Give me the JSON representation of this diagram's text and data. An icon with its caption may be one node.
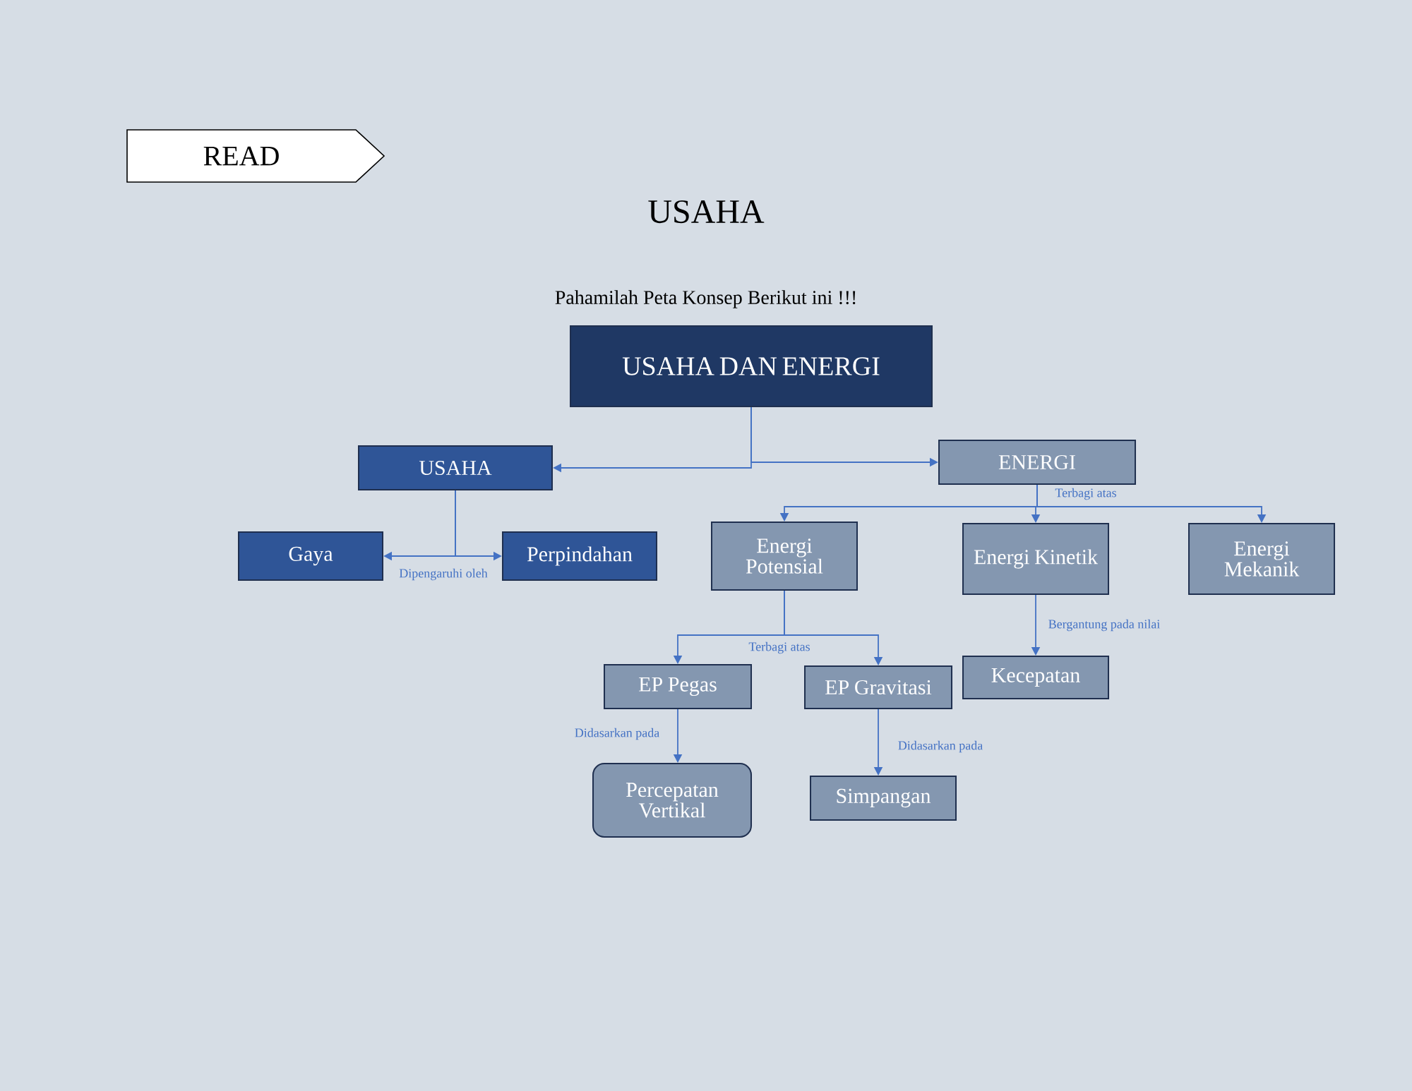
{
  "diagram": {
    "title": "USAHA",
    "nodes": [
      {
        "text": [
          "READ"
        ]
      },
      {
        "text": [
          "USAHA DAN ENERGI"
        ]
      },
      {
        "text": [
          "USAHA"
        ]
      },
      {
        "text": [
          "ENERGI"
        ]
      },
      {
        "text": [
          "Gaya"
        ]
      },
      {
        "text": [
          "Perpindahan"
        ]
      },
      {
        "text": [
          "Energi Potensial"
        ]
      },
      {
        "text": [
          "Energi Kinetik"
        ]
      },
      {
        "text": [
          "Energi Mekanik"
        ]
      },
      {
        "text": [
          "EP Pegas"
        ]
      },
      {
        "text": [
          "EP Gravitasi"
        ]
      },
      {
        "text": [
          "Kecepatan"
        ]
      },
      {
        "text": [
          "Percepatan Vertikal"
        ]
      },
      {
        "text": [
          "Simpangan"
        ]
      }
    ],
    "edges": [
      {
        "from": 1,
        "to": 2,
        "arrow": "to"
      },
      {
        "from": 1,
        "to": 3,
        "arrow": "to"
      },
      {
        "from": 2,
        "to": 4,
        "arrow": "to"
      },
      {
        "from": 2,
        "to": 5,
        "arrow": "to",
        "label": "Dipengaruhi oleh"
      },
      {
        "from": 3,
        "to": 6,
        "arrow": "to"
      },
      {
        "from": 3,
        "to": 7,
        "arrow": "to",
        "label": "Terbagi atas"
      },
      {
        "from": 3,
        "to": 8,
        "arrow": "to"
      },
      {
        "from": 6,
        "to": 9,
        "arrow": "to"
      },
      {
        "from": 6,
        "to": 10,
        "arrow": "to",
        "label": "Terbagi atas"
      },
      {
        "from": 7,
        "to": 11,
        "arrow": "to",
        "label": "Bergantung pada nilai"
      },
      {
        "from": 9,
        "to": 12,
        "arrow": "to",
        "label": "Didasarkan pada"
      },
      {
        "from": 10,
        "to": 13,
        "arrow": "to",
        "label": "Didasarkan pada"
      }
    ],
    "labels": [
      "Pahamilah Peta Konsep Berikut ini !!!"
    ]
  }
}
